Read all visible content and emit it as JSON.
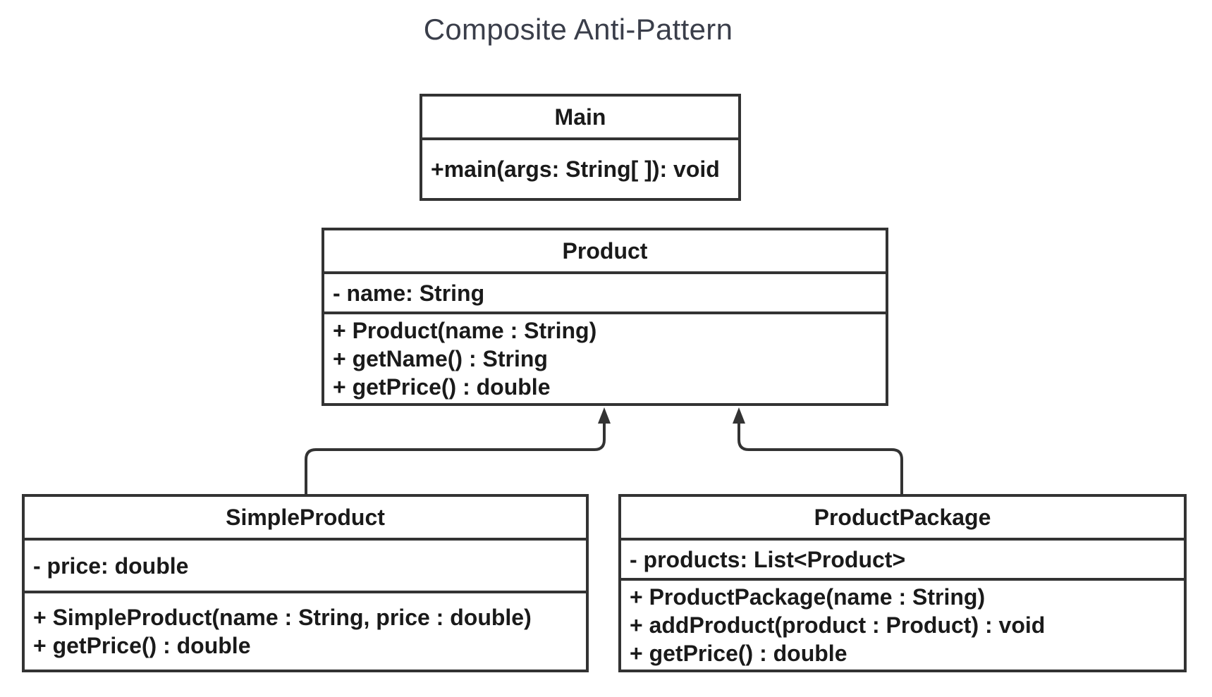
{
  "diagram": {
    "title": "Composite Anti-Pattern",
    "classes": {
      "main": {
        "name": "Main",
        "attributes": [],
        "methods": [
          "+main(args: String[ ]): void"
        ]
      },
      "product": {
        "name": "Product",
        "attributes": [
          "- name: String"
        ],
        "methods": [
          "+ Product(name : String)",
          "+ getName() : String",
          "+ getPrice() : double"
        ]
      },
      "simple_product": {
        "name": "SimpleProduct",
        "attributes": [
          "- price: double"
        ],
        "methods": [
          "+ SimpleProduct(name : String, price : double)",
          "+ getPrice() : double"
        ]
      },
      "product_package": {
        "name": "ProductPackage",
        "attributes": [
          "- products: List<Product>"
        ],
        "methods": [
          "+ ProductPackage(name : String)",
          "+ addProduct(product : Product) : void",
          "+ getPrice() : double"
        ]
      }
    },
    "relationships": [
      {
        "type": "generalization",
        "from": "SimpleProduct",
        "to": "Product"
      },
      {
        "type": "generalization",
        "from": "ProductPackage",
        "to": "Product"
      }
    ],
    "colors": {
      "line": "#333333",
      "title": "#3a3e4a",
      "background": "#ffffff"
    }
  }
}
